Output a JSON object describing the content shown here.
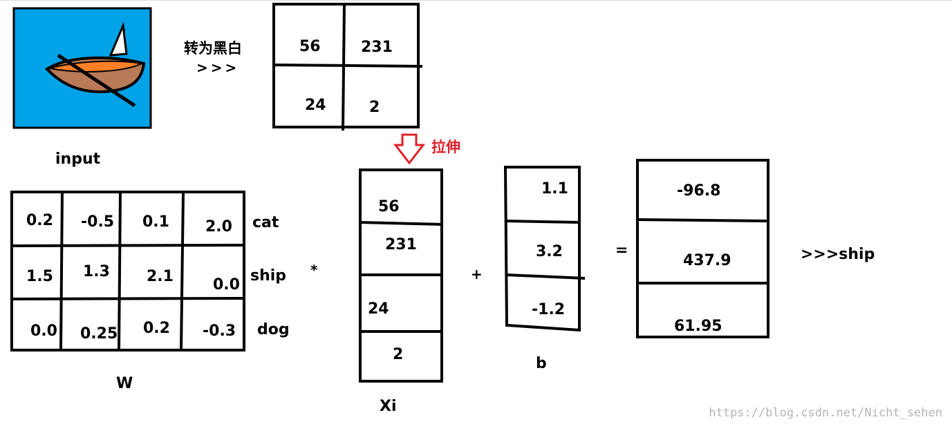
{
  "input_label": "input",
  "convert_label": "转为黑白",
  "convert_arrows": ">>>",
  "pixels": [
    "56",
    "231",
    "24",
    "2"
  ],
  "stretch_label": "拉伸",
  "W": {
    "label": "W",
    "rows": [
      [
        "0.2",
        "-0.5",
        "0.1",
        "2.0"
      ],
      [
        "1.5",
        "1.3",
        "2.1",
        "0.0"
      ],
      [
        "0.0",
        "0.25",
        "0.2",
        "-0.3"
      ]
    ],
    "classes": [
      "cat",
      "ship",
      "dog"
    ]
  },
  "multiply_sign": "*",
  "Xi": {
    "label": "Xi",
    "values": [
      "56",
      "231",
      "24",
      "2"
    ]
  },
  "plus_sign": "+",
  "b": {
    "label": "b",
    "values": [
      "1.1",
      "3.2",
      "-1.2"
    ]
  },
  "equals_sign": "=",
  "scores": [
    "-96.8",
    "437.9",
    "61.95"
  ],
  "result_label": ">>>ship",
  "watermark": "https://blog.csdn.net/Nicht_sehen",
  "colors": {
    "sky": "#00a2e8",
    "boat_body": "#b97a57",
    "boat_deck": "#ff7f27",
    "arrow": "#e0202a"
  }
}
